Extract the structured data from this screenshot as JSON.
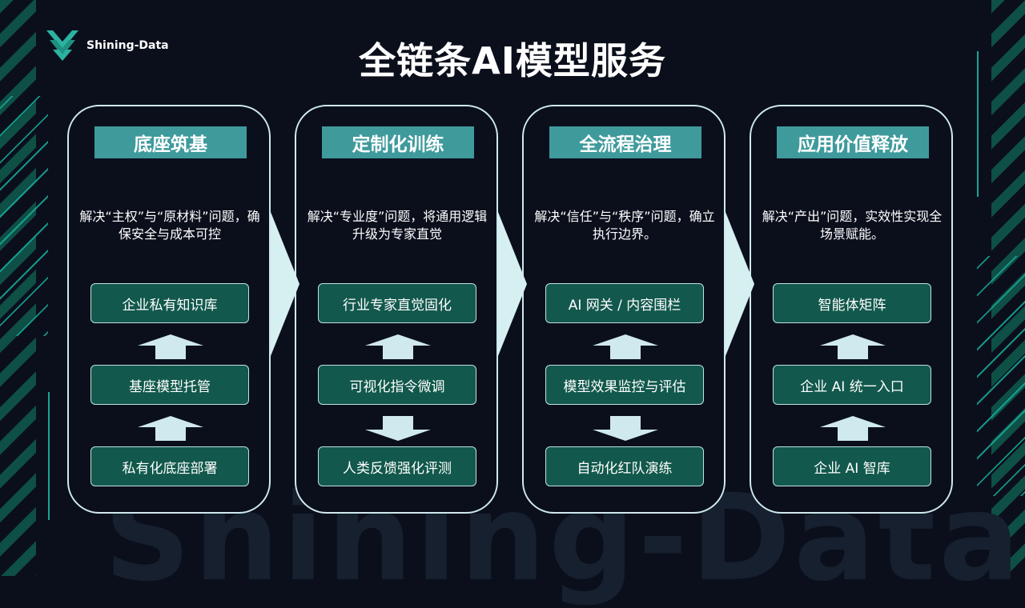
{
  "brand": {
    "logo_text": "Shining-Data",
    "watermark": "Shining-Data"
  },
  "page": {
    "title": "全链条AI模型服务"
  },
  "columns": [
    {
      "title": "底座筑基",
      "desc": "解决“主权”与“原材料”问题，确保安全与成本可控",
      "items": [
        "企业私有知识库",
        "基座模型托管",
        "私有化底座部署"
      ],
      "arrows": [
        "up",
        "up"
      ]
    },
    {
      "title": "定制化训练",
      "desc": "解决“专业度”问题，将通用逻辑升级为专家直觉",
      "items": [
        "行业专家直觉固化",
        "可视化指令微调",
        "人类反馈强化评测"
      ],
      "arrows": [
        "up",
        "down"
      ]
    },
    {
      "title": "全流程治理",
      "desc": "解决“信任”与“秩序”问题，确立执行边界。",
      "items": [
        "AI 网关 / 内容围栏",
        "模型效果监控与评估",
        "自动化红队演练"
      ],
      "arrows": [
        "up",
        "down"
      ]
    },
    {
      "title": "应用价值释放",
      "desc": "解决“产出”问题，实效性实现全场景赋能。",
      "items": [
        "智能体矩阵",
        "企业 AI 统一入口",
        "企业 AI 智库"
      ],
      "arrows": [
        "up",
        "up"
      ]
    }
  ],
  "colors": {
    "background": "#0b0f1c",
    "accent": "#3f9a9c",
    "box": "#12584c",
    "arrow": "#cfe9ee"
  }
}
